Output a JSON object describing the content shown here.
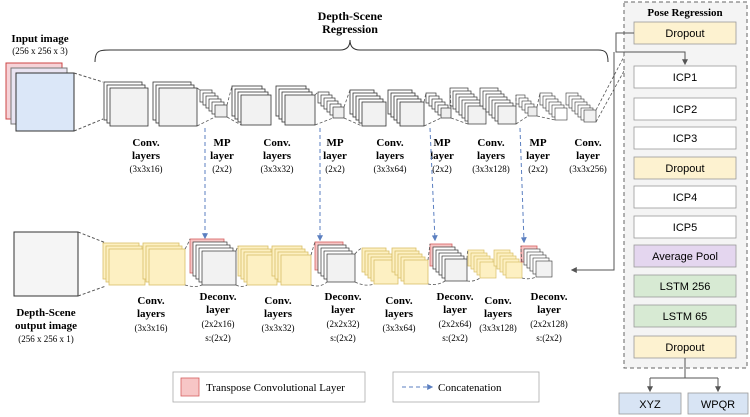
{
  "header": {
    "title_line1": "Depth-Scene",
    "title_line2": "Regression"
  },
  "input_image": {
    "label": "Input image",
    "size": "(256 x 256 x 3)"
  },
  "output_image": {
    "label_line1": "Depth-Scene",
    "label_line2": "output image",
    "size": "(256 x 256 x 1)"
  },
  "encoder": [
    {
      "line1": "Conv.",
      "line2": "layers",
      "size": "(3x3x16)"
    },
    {
      "line1": "MP",
      "line2": "layer",
      "size": "(2x2)"
    },
    {
      "line1": "Conv.",
      "line2": "layers",
      "size": "(3x3x32)"
    },
    {
      "line1": "MP",
      "line2": "layer",
      "size": "(2x2)"
    },
    {
      "line1": "Conv.",
      "line2": "layers",
      "size": "(3x3x64)"
    },
    {
      "line1": "MP",
      "line2": "layer",
      "size": "(2x2)"
    },
    {
      "line1": "Conv.",
      "line2": "layers",
      "size": "(3x3x128)"
    },
    {
      "line1": "MP",
      "line2": "layer",
      "size": "(2x2)"
    },
    {
      "line1": "Conv.",
      "line2": "layer",
      "size": "(3x3x256)"
    }
  ],
  "decoder": [
    {
      "line1": "Conv.",
      "line2": "layers",
      "size": "(3x3x16)",
      "stride": ""
    },
    {
      "line1": "Deconv.",
      "line2": "layer",
      "size": "(2x2x16)",
      "stride": "s:(2x2)"
    },
    {
      "line1": "Conv.",
      "line2": "layers",
      "size": "(3x3x32)",
      "stride": ""
    },
    {
      "line1": "Deconv.",
      "line2": "layer",
      "size": "(2x2x32)",
      "stride": "s:(2x2)"
    },
    {
      "line1": "Conv.",
      "line2": "layers",
      "size": "(3x3x64)",
      "stride": ""
    },
    {
      "line1": "Deconv.",
      "line2": "layer",
      "size": "(2x2x64)",
      "stride": "s:(2x2)"
    },
    {
      "line1": "Conv.",
      "line2": "layers",
      "size": "(3x3x128)",
      "stride": ""
    },
    {
      "line1": "Deconv.",
      "line2": "layer",
      "size": "(2x2x128)",
      "stride": "s:(2x2)"
    }
  ],
  "pose": {
    "title": "Pose Regression",
    "blocks": [
      {
        "label": "Dropout",
        "kind": "dropout"
      },
      {
        "label": "ICP1",
        "kind": "icp"
      },
      {
        "label": "ICP2",
        "kind": "icp"
      },
      {
        "label": "ICP3",
        "kind": "icp"
      },
      {
        "label": "Dropout",
        "kind": "dropout"
      },
      {
        "label": "ICP4",
        "kind": "icp"
      },
      {
        "label": "ICP5",
        "kind": "icp"
      },
      {
        "label": "Average Pool",
        "kind": "pool"
      },
      {
        "label": "LSTM 256",
        "kind": "lstm"
      },
      {
        "label": "LSTM 65",
        "kind": "lstm"
      },
      {
        "label": "Dropout",
        "kind": "dropout"
      }
    ],
    "outputs": [
      "XYZ",
      "WPQR"
    ]
  },
  "legend": {
    "transpose": "Transpose Convolutional Layer",
    "concat": "Concatenation"
  },
  "colors": {
    "dropout": "#fdf2d0",
    "icp": "#ffffff",
    "pool": "#e4d6ef",
    "lstm": "#d7ead3",
    "output": "#d8e4f4",
    "conv_yellow": "#fdf0c2",
    "conv_yellow_edge": "#d9bf67",
    "transpose_pink": "#f7c6c6",
    "transpose_edge": "#d55f5f",
    "concat_arrow": "#5b7fc0",
    "input_blue": "#dbe7f8",
    "input_pink": "#f6d3d8",
    "panel_border": "#666666"
  }
}
